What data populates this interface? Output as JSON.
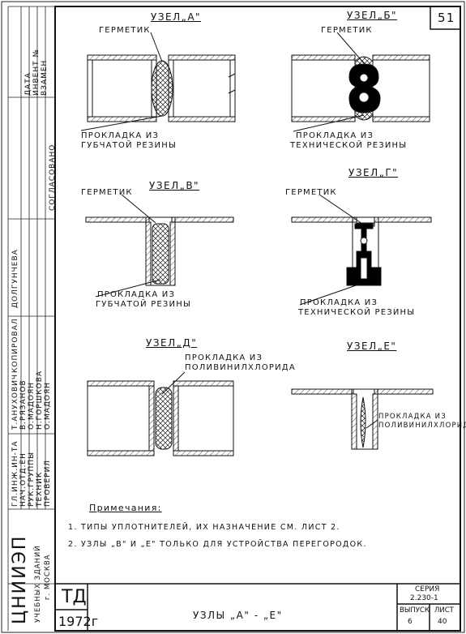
{
  "sheet_number": "51",
  "details": {
    "a": {
      "title": "УЗЕЛ„А\"",
      "sealant": "ГЕРМЕТИК",
      "gasket_l1": "ПРОКЛАДКА ИЗ",
      "gasket_l2": "ГУБЧАТОЙ РЕЗИНЫ"
    },
    "b": {
      "title": "УЗЕЛ„Б\"",
      "sealant": "ГЕРМЕТИК",
      "gasket_l1": "ПРОКЛАДКА ИЗ",
      "gasket_l2": "ТЕХНИЧЕСКОЙ РЕЗИНЫ"
    },
    "v": {
      "title": "УЗЕЛ„В\"",
      "sealant": "ГЕРМЕТИК",
      "gasket_l1": "ПРОКЛАДКА ИЗ",
      "gasket_l2": "ГУБЧАТОЙ РЕЗИНЫ"
    },
    "g": {
      "title": "УЗЕЛ„Г\"",
      "sealant": "ГЕРМЕТИК",
      "gasket_l1": "ПРОКЛАДКА ИЗ",
      "gasket_l2": "ТЕХНИЧЕСКОЙ РЕЗИНЫ"
    },
    "d": {
      "title": "УЗЕЛ„Д\"",
      "gasket_l1": "ПРОКЛАДКА ИЗ",
      "gasket_l2": "ПОЛИВИНИЛХЛОРИДА"
    },
    "e": {
      "title": "УЗЕЛ„Е\"",
      "gasket_l1": "ПРОКЛАДКА ИЗ",
      "gasket_l2": "ПОЛИВИНИЛХЛОРИДА"
    }
  },
  "notes": {
    "heading": "Примечания:",
    "items": [
      "1. ТИПЫ УПЛОТНИТЕЛЕЙ, ИХ НАЗНАЧЕНИЕ СМ. ЛИСТ 2.",
      "2. УЗЛЫ „В\" И „Е\" ТОЛЬКО ДЛЯ УСТРОЙСТВА ПЕРЕГОРОДОК."
    ]
  },
  "left_margin": {
    "date": "ДАТА",
    "inv": "ИНВЕНТ №",
    "instead": "ВЗАМЕН",
    "agreed": "СОГЛАСОВАНО",
    "chief_eng": "ДОЛГУНЧЕВА",
    "copied": "КОПИРОВАЛ",
    "approved_rows": [
      "Т.АНУХОВИЧ",
      "В.РЯЗАНОВ",
      "О.МАДОЯН",
      "Н.ГОРШКОВА",
      "О.МАДОЯН"
    ],
    "role_rows": [
      "ГЛ.ИНЖ.ИН-ТА",
      "НАЧ.ОТД.ЕН",
      "РУК.ГРУППЫ",
      "ТЕХНИК",
      "ПРОВЕРИЛ"
    ]
  },
  "stamp": {
    "org": "ЦНИИЭП",
    "org_sub": "УЧЕБНЫХ ЗДАНИЙ",
    "city": "г. МОСКВА",
    "td": "ТД",
    "year": "1972г",
    "drawing_title": "УЗЛЫ „А\" - „Е\"",
    "series_label": "СЕРИЯ",
    "series_value": "2.230-1",
    "issue_label": "ВЫПУСК",
    "issue_value": "6",
    "sheet_label": "ЛИСТ",
    "sheet_value": "40"
  }
}
